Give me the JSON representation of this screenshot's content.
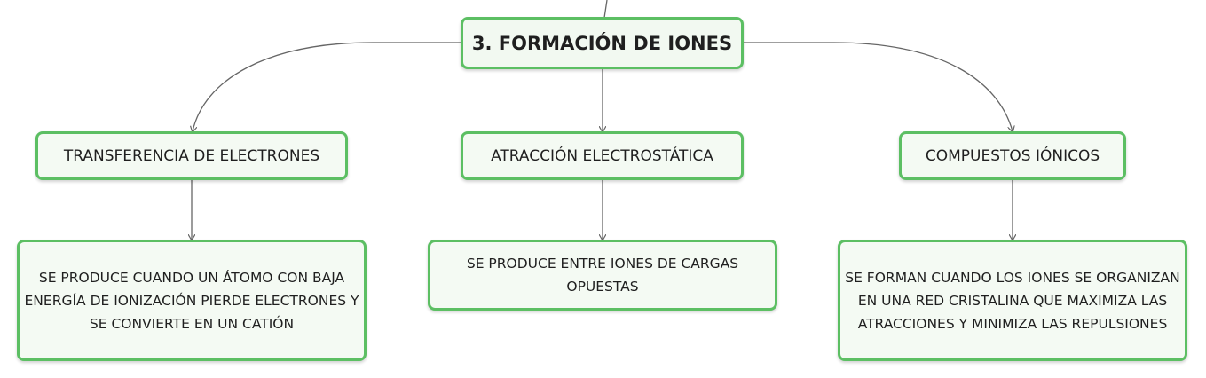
{
  "root": {
    "label": "3. FORMACIÓN DE IONES"
  },
  "branches": [
    {
      "label": "TRANSFERENCIA DE ELECTRONES",
      "detail": "SE PRODUCE CUANDO UN ÁTOMO CON BAJA ENERGÍA DE IONIZACIÓN PIERDE ELECTRONES Y SE CONVIERTE EN UN CATIÓN"
    },
    {
      "label": "ATRACCIÓN ELECTROSTÁTICA",
      "detail": "SE PRODUCE ENTRE IONES DE CARGAS OPUESTAS"
    },
    {
      "label": "COMPUESTOS IÓNICOS",
      "detail": "SE FORMAN CUANDO LOS IONES SE ORGANIZAN EN UNA RED CRISTALINA QUE MAXIMIZA LAS ATRACCIONES Y MINIMIZA LAS REPULSIONES"
    }
  ],
  "colors": {
    "node_border": "#5cbf63",
    "node_fill": "#f4faf3",
    "connector": "#666666"
  }
}
